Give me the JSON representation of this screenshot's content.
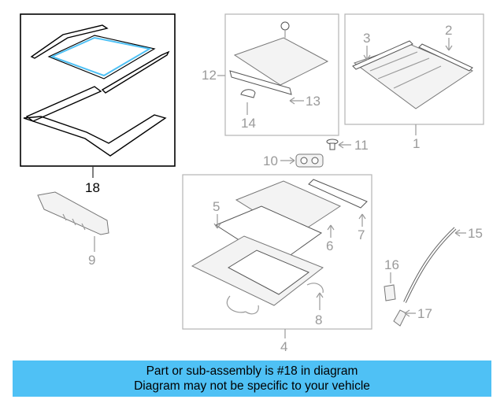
{
  "callouts": {
    "c1": "1",
    "c2": "2",
    "c3": "3",
    "c4": "4",
    "c5": "5",
    "c6": "6",
    "c7": "7",
    "c8": "8",
    "c9": "9",
    "c10": "10",
    "c11": "11",
    "c12": "12",
    "c13": "13",
    "c14": "14",
    "c15": "15",
    "c16": "16",
    "c17": "17",
    "c18": "18"
  },
  "highlighted_part": "18",
  "banner": {
    "line1": "Part or sub-assembly is #18 in diagram",
    "line2": "Diagram may not be specific to your vehicle",
    "color": "#4fc1f5"
  }
}
